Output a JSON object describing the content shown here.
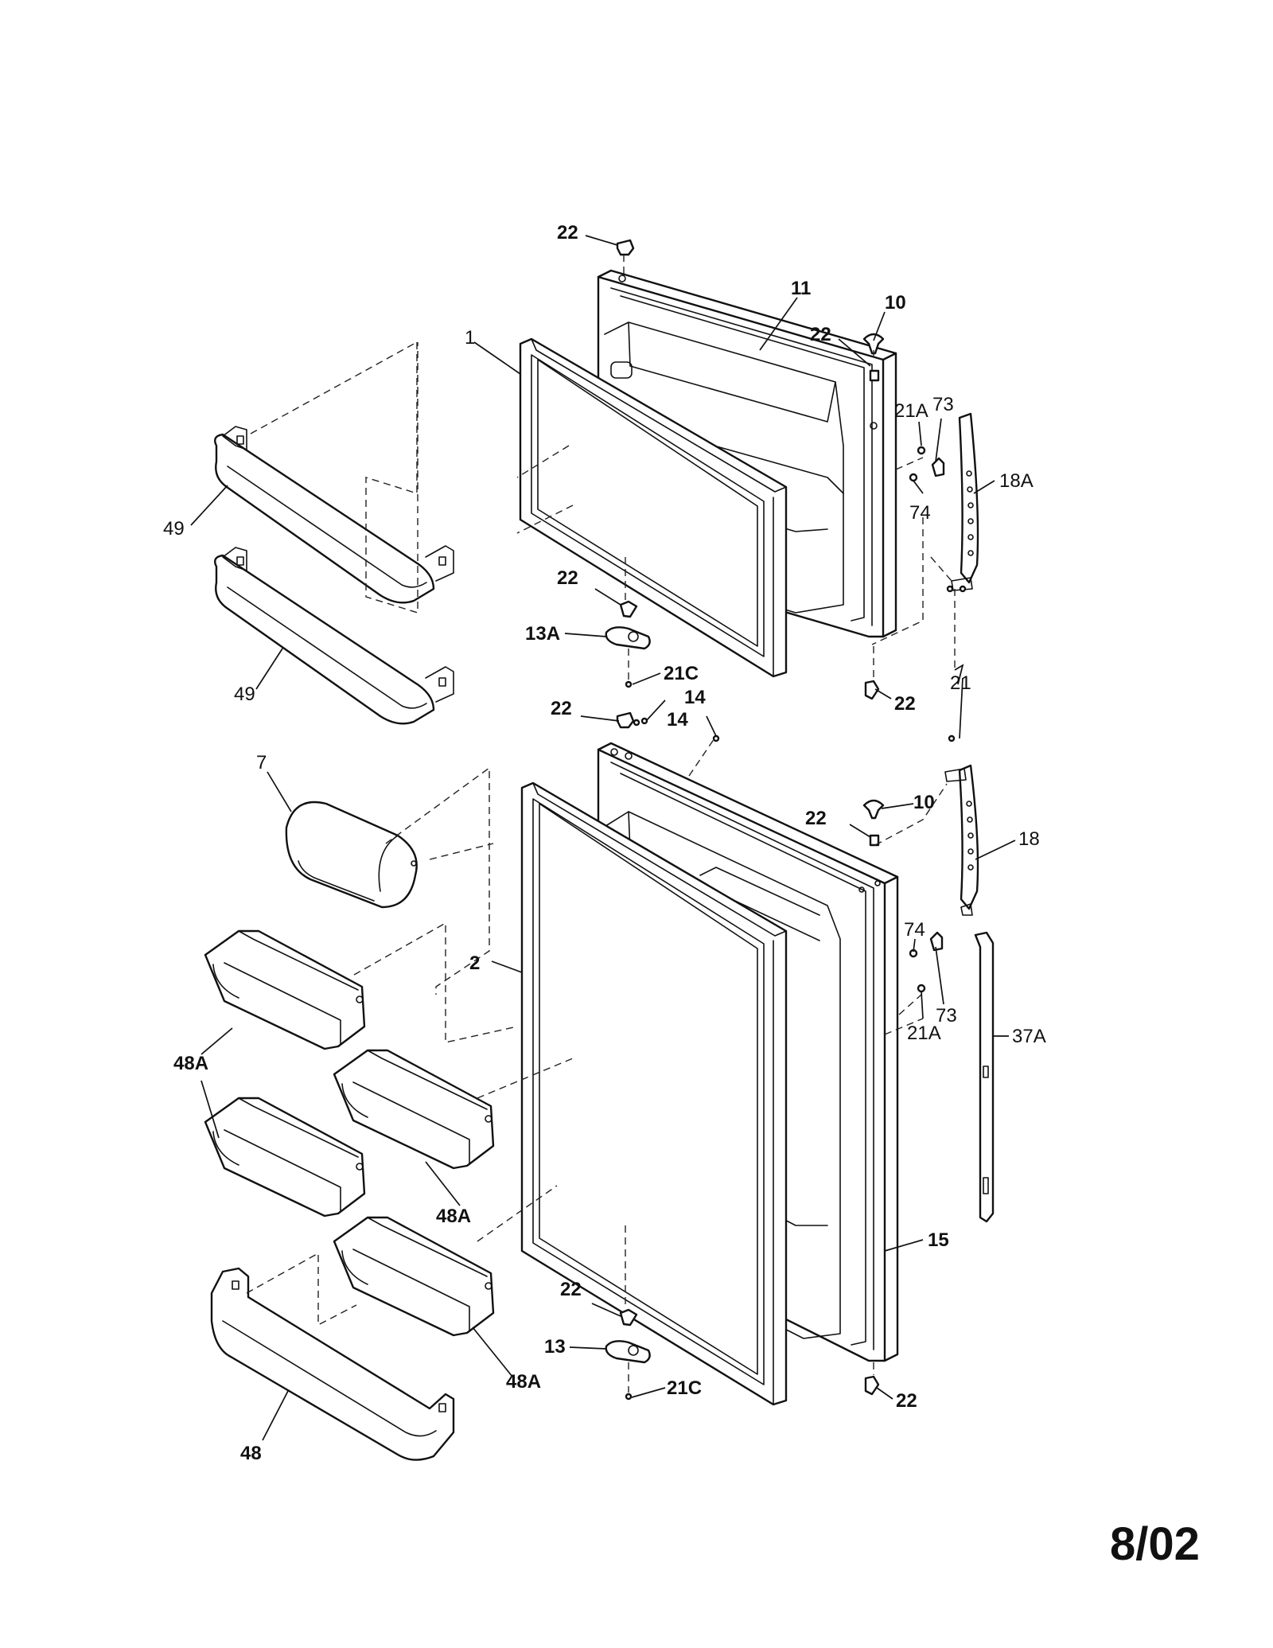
{
  "callouts": {
    "c22_top": "22",
    "c11": "11",
    "c10_upper": "10",
    "c22_upper_hinge": "22",
    "c1": "1",
    "c21A_upper": "21A",
    "c73_upper": "73",
    "c18A": "18A",
    "c74_upper": "74",
    "c49_upper": "49",
    "c49_lower": "49",
    "c22_upper_bottom": "22",
    "c13A": "13A",
    "c21C_upper": "21C",
    "c22_upper_right_bottom": "22",
    "c21": "21",
    "c14_right": "14",
    "c22_lower_top": "22",
    "c14_left": "14",
    "c10_lower": "10",
    "c7": "7",
    "c22_lower_hinge": "22",
    "c18": "18",
    "c74_lower": "74",
    "c2": "2",
    "c73_lower": "73",
    "c21A_lower": "21A",
    "c37A": "37A",
    "c48A_left": "48A",
    "c48A_mid": "48A",
    "c15": "15",
    "c22_lower_bottom": "22",
    "c13": "13",
    "c48A_right": "48A",
    "c21C_lower": "21C",
    "c22_lower_right_bottom": "22",
    "c48": "48"
  },
  "footer": {
    "date_code": "8/02"
  }
}
